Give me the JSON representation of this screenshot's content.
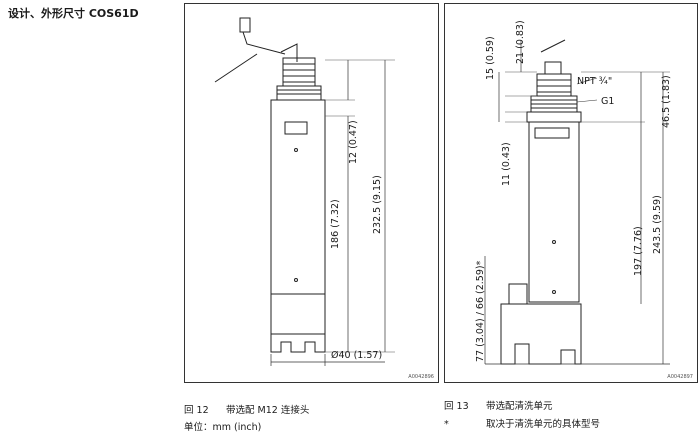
{
  "heading": "设计、外形尺寸 COS61D",
  "figure1": {
    "code": "A0042896",
    "caption_num": "回 12",
    "caption_text": "带选配 M12 连接头",
    "unit_line": "单位：mm (inch)",
    "dims": {
      "head": "12 (0.47)",
      "body": "186 (7.32)",
      "total": "232.5 (9.15)",
      "diameter": "Ø40 (1.57)"
    }
  },
  "figure2": {
    "code": "A0042897",
    "caption_num": "回 13",
    "caption_text": "带选配清洗单元",
    "note_mark": "*",
    "note_text": "取决于清洗单元的具体型号",
    "dims": {
      "top1": "15 (0.59)",
      "top2": "21 (0.83)",
      "npt": "NPT ¾\"",
      "g1": "G1",
      "mid": "46.5 (1.83)",
      "small": "11 (0.43)",
      "body": "197 (7.76)",
      "total": "243.5 (9.59)",
      "clean": "77 (3.04) / 66 (2.59)*"
    }
  }
}
